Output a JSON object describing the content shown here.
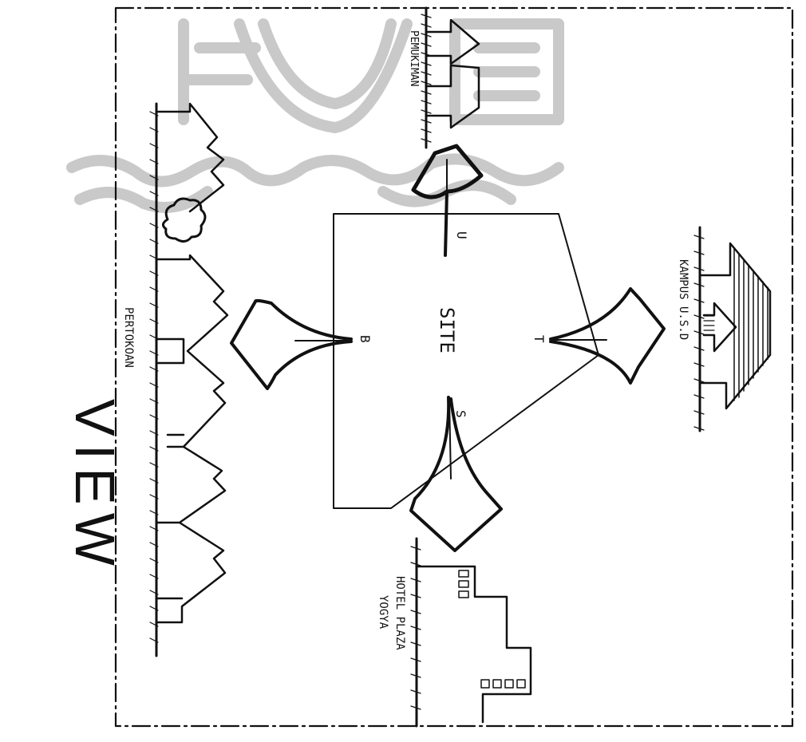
{
  "title": "VIEW",
  "labels": {
    "site": "SITE",
    "north": "U",
    "south": "S",
    "east": "T",
    "west": "B",
    "pemukiman": "PEMUKIMAN",
    "pertokoan": "PERTOKOAN",
    "kampus": "KAMPUS  U.S.D",
    "hotel_line1": "HOTEL PLAZA",
    "hotel_line2": "YOGYA"
  }
}
